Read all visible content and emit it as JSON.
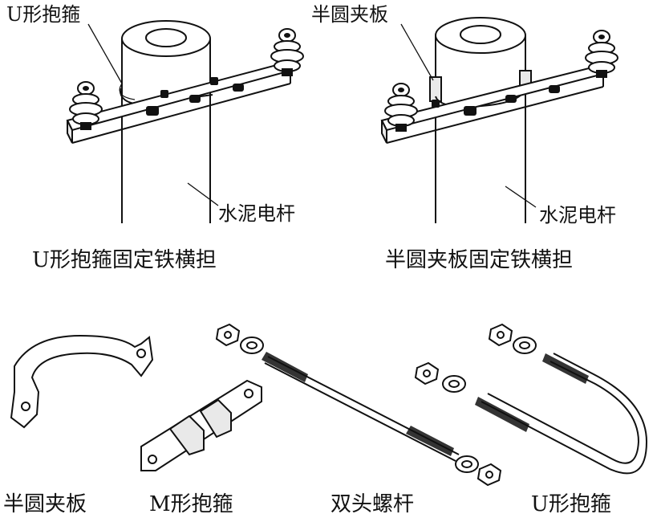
{
  "top_left": {
    "callout_label": "U形抱箍",
    "pole_label": "水泥电杆",
    "caption": "U形抱箍固定铁横担"
  },
  "top_right": {
    "callout_label": "半圆夹板",
    "pole_label": "水泥电杆",
    "caption": "半圆夹板固定铁横担"
  },
  "bottom": {
    "part1": "半圆夹板",
    "part2": "M形抱箍",
    "part3": "双头螺杆",
    "part4": "U形抱箍"
  }
}
